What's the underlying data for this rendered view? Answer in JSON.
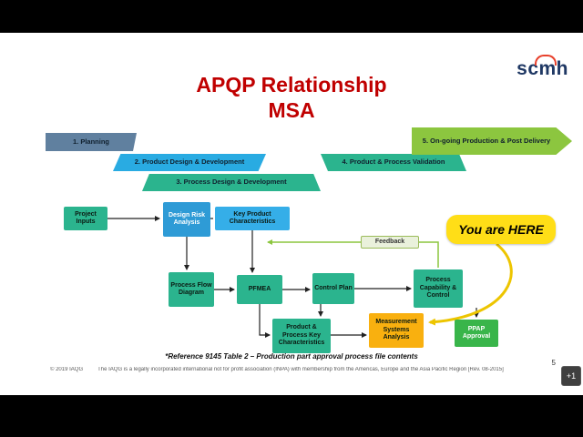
{
  "slide": {
    "title_line1": "APQP Relationship",
    "title_line2": "MSA",
    "logo": "scmh",
    "footnote": "*Reference 9145 Table 2 – Production part approval process file contents",
    "copyright_left": "© 2019 IAQG",
    "copyright_text": "The IAQG is a legally incorporated international not for profit association (INPA) with membership from the Americas, Europe and the Asia Pacific Region [Rev. 08-2015]",
    "page_number": "5",
    "overlay_badge": "+1"
  },
  "phases": [
    {
      "label": "1. Planning",
      "color": "#60809F"
    },
    {
      "label": "2. Product Design & Development",
      "color": "#29ABE2"
    },
    {
      "label": "3. Process Design & Development",
      "color": "#2BB48E"
    },
    {
      "label": "4. Product & Process Validation",
      "color": "#2BB48E"
    },
    {
      "label": "5. On-going Production & Post Delivery",
      "color": "#8CC63F"
    }
  ],
  "boxes": {
    "project_inputs": "Project Inputs",
    "design_risk_analysis": "Design Risk Analysis",
    "key_product_characteristics": "Key Product Characteristics",
    "feedback": "Feedback",
    "you_are_here": "You are HERE",
    "process_flow_diagram": "Process Flow Diagram",
    "pfmea": "PFMEA",
    "control_plan": "Control Plan",
    "process_capability_control": "Process Capability & Control",
    "product_process_key_characteristics": "Product & Process Key Characteristics",
    "measurement_systems_analysis": "Measurement Systems Analysis",
    "ppap_approval": "PPAP Approval"
  },
  "colors": {
    "title_red": "#C00000",
    "teal_box": "#2BB48E",
    "blue_box": "#2E9BD6",
    "light_blue_box": "#35AEE8",
    "gold_box": "#F9B00F",
    "green_box": "#39B54A",
    "highlight_yellow": "#FFDE17",
    "feedback_green": "#8CC63F",
    "logo_navy": "#1F3864",
    "logo_red": "#E8412C"
  }
}
